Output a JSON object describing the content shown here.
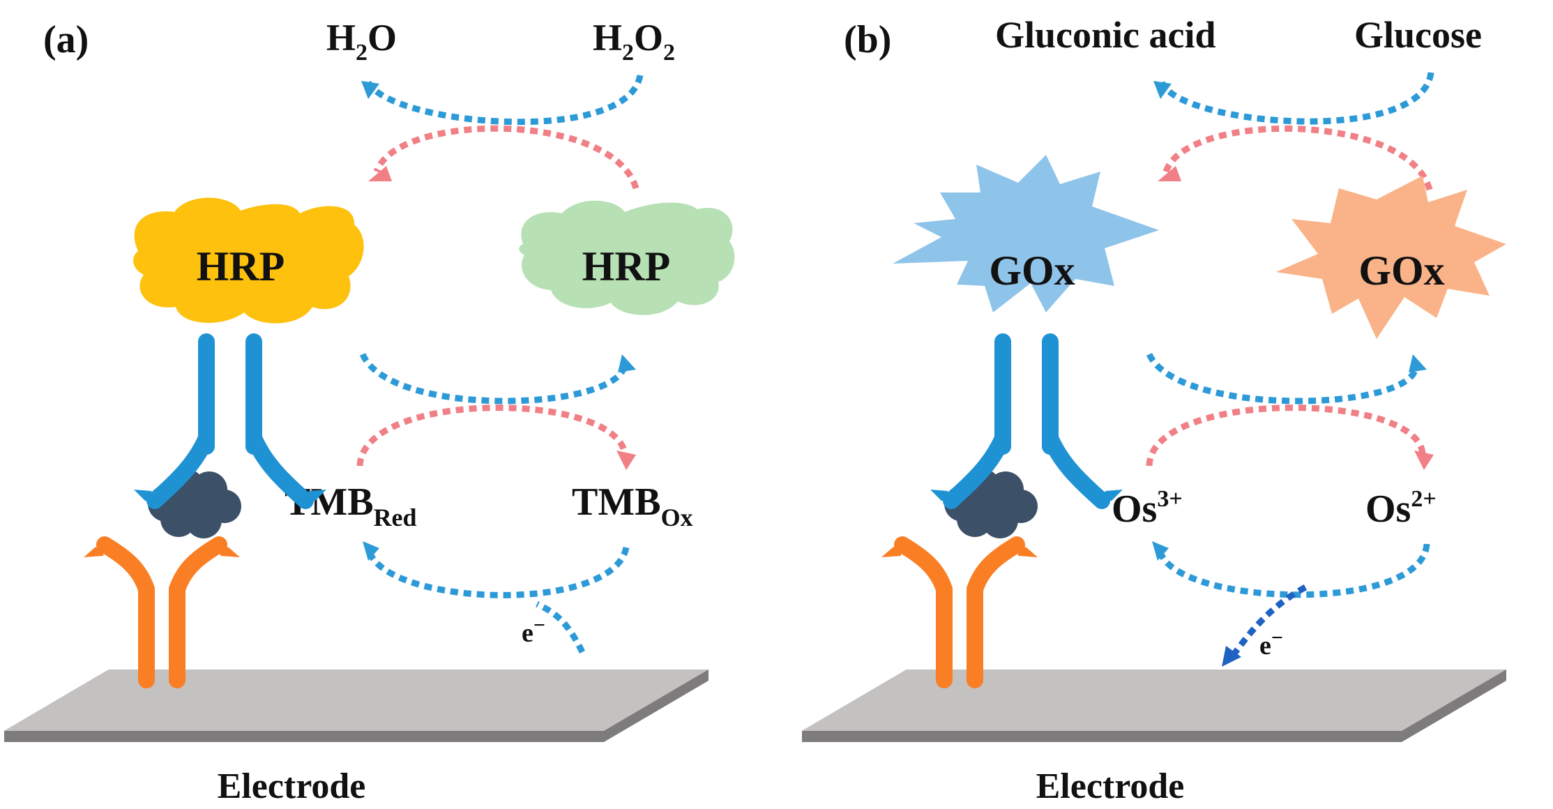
{
  "colors": {
    "blue_arrow": "#2d9ad8",
    "pink_arrow": "#f07f86",
    "blue_arrow_dark": "#1f63c2",
    "hrp_active": "#fec10e",
    "hrp_inactive": "#b7e0b4",
    "gox_active": "#8fc4ea",
    "gox_inactive": "#fab388",
    "capture_antibody": "#fa7e24",
    "detection_antibody": "#1e92d3",
    "antigen": "#3c5068",
    "electrode_top": "#c4c1c1",
    "electrode_edge": "#7d7b7b"
  },
  "panel_a": {
    "label": "(a)",
    "substrate_product": "H",
    "substrate_product_sub": "2",
    "substrate_product_tail": "O",
    "substrate": "H",
    "substrate_sub": "2",
    "substrate_mid": "O",
    "substrate_sub2": "2",
    "enzyme_reduced": "HRP",
    "enzyme_oxidized": "HRP",
    "mediator_reduced_base": "TMB",
    "mediator_reduced_sub": "Red",
    "mediator_oxidized_base": "TMB",
    "mediator_oxidized_sub": "Ox",
    "electron_label": "e",
    "electron_charge": "−",
    "electrode_label": "Electrode"
  },
  "panel_b": {
    "label": "(b)",
    "product": "Gluconic acid",
    "substrate": "Glucose",
    "enzyme_oxidized": "GOx",
    "enzyme_reduced": "GOx",
    "mediator_oxidized_base": "Os",
    "mediator_oxidized_sup": "3+",
    "mediator_reduced_base": "Os",
    "mediator_reduced_sup": "2+",
    "electron_label": "e",
    "electron_charge": "−",
    "electrode_label": "Electrode"
  }
}
